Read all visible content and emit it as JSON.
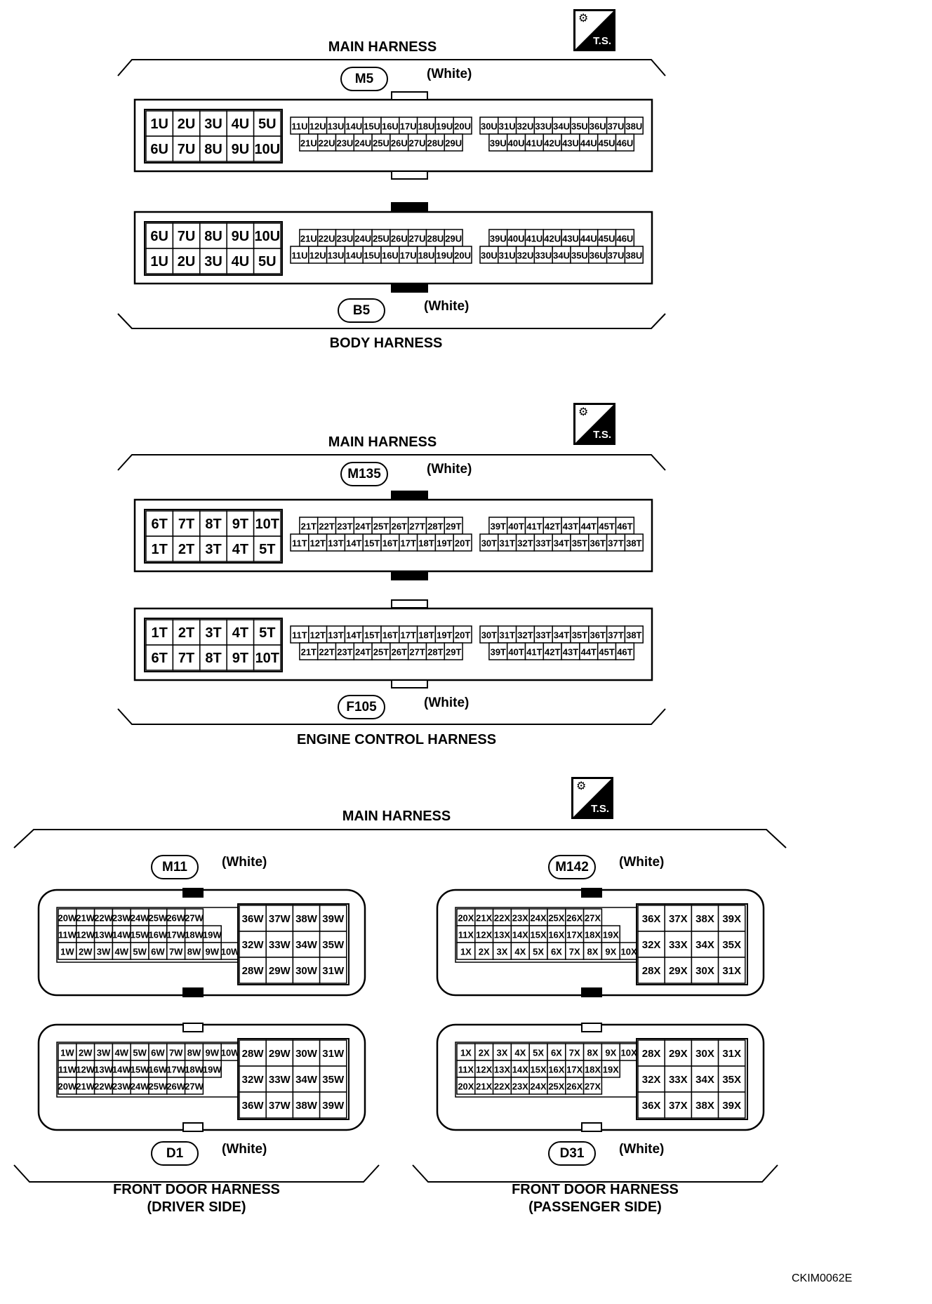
{
  "diagram": {
    "ts_label": "T.S.",
    "figure_code": "CKIM0062E",
    "section1": {
      "top_harness": "MAIN HARNESS",
      "bottom_harness": "BODY HARNESS",
      "top_connector": "M5",
      "bottom_connector": "B5",
      "top_color": "(White)",
      "bottom_color": "(White)",
      "top_block": {
        "big": [
          [
            "1U",
            "2U",
            "3U",
            "4U",
            "5U"
          ],
          [
            "6U",
            "7U",
            "8U",
            "9U",
            "10U"
          ]
        ],
        "mid": [
          [
            "11U",
            "12U",
            "13U",
            "14U",
            "15U",
            "16U",
            "17U",
            "18U",
            "19U",
            "20U"
          ],
          [
            "21U",
            "22U",
            "23U",
            "24U",
            "25U",
            "26U",
            "27U",
            "28U",
            "29U"
          ]
        ],
        "right": [
          [
            "30U",
            "31U",
            "32U",
            "33U",
            "34U",
            "35U",
            "36U",
            "37U",
            "38U"
          ],
          [
            "39U",
            "40U",
            "41U",
            "42U",
            "43U",
            "44U",
            "45U",
            "46U"
          ]
        ]
      },
      "bottom_block": {
        "big": [
          [
            "6U",
            "7U",
            "8U",
            "9U",
            "10U"
          ],
          [
            "1U",
            "2U",
            "3U",
            "4U",
            "5U"
          ]
        ],
        "mid": [
          [
            "21U",
            "22U",
            "23U",
            "24U",
            "25U",
            "26U",
            "27U",
            "28U",
            "29U"
          ],
          [
            "11U",
            "12U",
            "13U",
            "14U",
            "15U",
            "16U",
            "17U",
            "18U",
            "19U",
            "20U"
          ]
        ],
        "right": [
          [
            "39U",
            "40U",
            "41U",
            "42U",
            "43U",
            "44U",
            "45U",
            "46U"
          ],
          [
            "30U",
            "31U",
            "32U",
            "33U",
            "34U",
            "35U",
            "36U",
            "37U",
            "38U"
          ]
        ]
      }
    },
    "section2": {
      "top_harness": "MAIN HARNESS",
      "bottom_harness": "ENGINE CONTROL HARNESS",
      "top_connector": "M135",
      "bottom_connector": "F105",
      "top_color": "(White)",
      "bottom_color": "(White)",
      "top_block": {
        "big": [
          [
            "6T",
            "7T",
            "8T",
            "9T",
            "10T"
          ],
          [
            "1T",
            "2T",
            "3T",
            "4T",
            "5T"
          ]
        ],
        "mid": [
          [
            "21T",
            "22T",
            "23T",
            "24T",
            "25T",
            "26T",
            "27T",
            "28T",
            "29T"
          ],
          [
            "11T",
            "12T",
            "13T",
            "14T",
            "15T",
            "16T",
            "17T",
            "18T",
            "19T",
            "20T"
          ]
        ],
        "right": [
          [
            "39T",
            "40T",
            "41T",
            "42T",
            "43T",
            "44T",
            "45T",
            "46T"
          ],
          [
            "30T",
            "31T",
            "32T",
            "33T",
            "34T",
            "35T",
            "36T",
            "37T",
            "38T"
          ]
        ]
      },
      "bottom_block": {
        "big": [
          [
            "1T",
            "2T",
            "3T",
            "4T",
            "5T"
          ],
          [
            "6T",
            "7T",
            "8T",
            "9T",
            "10T"
          ]
        ],
        "mid": [
          [
            "11T",
            "12T",
            "13T",
            "14T",
            "15T",
            "16T",
            "17T",
            "18T",
            "19T",
            "20T"
          ],
          [
            "21T",
            "22T",
            "23T",
            "24T",
            "25T",
            "26T",
            "27T",
            "28T",
            "29T"
          ]
        ],
        "right": [
          [
            "30T",
            "31T",
            "32T",
            "33T",
            "34T",
            "35T",
            "36T",
            "37T",
            "38T"
          ],
          [
            "39T",
            "40T",
            "41T",
            "42T",
            "43T",
            "44T",
            "45T",
            "46T"
          ]
        ]
      }
    },
    "section3": {
      "top_harness": "MAIN HARNESS",
      "left_bottom_harness": [
        "FRONT DOOR HARNESS",
        "(DRIVER SIDE)"
      ],
      "right_bottom_harness": [
        "FRONT DOOR HARNESS",
        "(PASSENGER SIDE)"
      ],
      "left_top_connector": "M11",
      "left_bottom_connector": "D1",
      "right_top_connector": "M142",
      "right_bottom_connector": "D31",
      "color": "(White)",
      "left_top_block": {
        "small": [
          [
            "20W",
            "21W",
            "22W",
            "23W",
            "24W",
            "25W",
            "26W",
            "27W"
          ],
          [
            "11W",
            "12W",
            "13W",
            "14W",
            "15W",
            "16W",
            "17W",
            "18W",
            "19W"
          ],
          [
            "1W",
            "2W",
            "3W",
            "4W",
            "5W",
            "6W",
            "7W",
            "8W",
            "9W",
            "10W"
          ]
        ],
        "big": [
          [
            "36W",
            "37W",
            "38W",
            "39W"
          ],
          [
            "32W",
            "33W",
            "34W",
            "35W"
          ],
          [
            "28W",
            "29W",
            "30W",
            "31W"
          ]
        ]
      },
      "left_bottom_block": {
        "small": [
          [
            "1W",
            "2W",
            "3W",
            "4W",
            "5W",
            "6W",
            "7W",
            "8W",
            "9W",
            "10W"
          ],
          [
            "11W",
            "12W",
            "13W",
            "14W",
            "15W",
            "16W",
            "17W",
            "18W",
            "19W"
          ],
          [
            "20W",
            "21W",
            "22W",
            "23W",
            "24W",
            "25W",
            "26W",
            "27W"
          ]
        ],
        "big": [
          [
            "28W",
            "29W",
            "30W",
            "31W"
          ],
          [
            "32W",
            "33W",
            "34W",
            "35W"
          ],
          [
            "36W",
            "37W",
            "38W",
            "39W"
          ]
        ]
      },
      "right_top_block": {
        "small": [
          [
            "20X",
            "21X",
            "22X",
            "23X",
            "24X",
            "25X",
            "26X",
            "27X"
          ],
          [
            "11X",
            "12X",
            "13X",
            "14X",
            "15X",
            "16X",
            "17X",
            "18X",
            "19X"
          ],
          [
            "1X",
            "2X",
            "3X",
            "4X",
            "5X",
            "6X",
            "7X",
            "8X",
            "9X",
            "10X"
          ]
        ],
        "big": [
          [
            "36X",
            "37X",
            "38X",
            "39X"
          ],
          [
            "32X",
            "33X",
            "34X",
            "35X"
          ],
          [
            "28X",
            "29X",
            "30X",
            "31X"
          ]
        ]
      },
      "right_bottom_block": {
        "small": [
          [
            "1X",
            "2X",
            "3X",
            "4X",
            "5X",
            "6X",
            "7X",
            "8X",
            "9X",
            "10X"
          ],
          [
            "11X",
            "12X",
            "13X",
            "14X",
            "15X",
            "16X",
            "17X",
            "18X",
            "19X"
          ],
          [
            "20X",
            "21X",
            "22X",
            "23X",
            "24X",
            "25X",
            "26X",
            "27X"
          ]
        ],
        "big": [
          [
            "28X",
            "29X",
            "30X",
            "31X"
          ],
          [
            "32X",
            "33X",
            "34X",
            "35X"
          ],
          [
            "36X",
            "37X",
            "38X",
            "39X"
          ]
        ]
      }
    }
  }
}
